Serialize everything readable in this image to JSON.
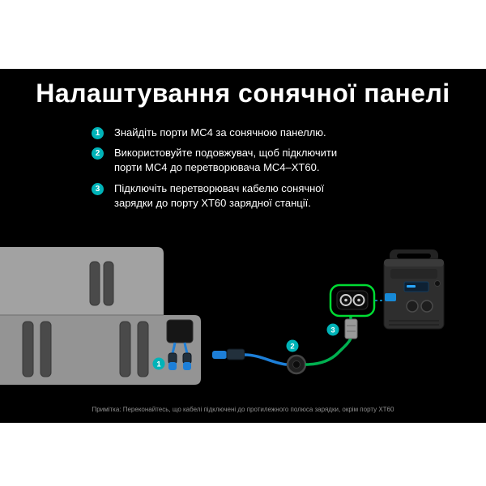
{
  "title": "Налаштування сонячної панелі",
  "steps": [
    {
      "number": "1",
      "text": "Знайдіть порти MC4 за сонячною панеллю."
    },
    {
      "number": "2",
      "text": "Використовуйте подовжувач, щоб підключити порти MC4 до перетворювача MC4–XT60."
    },
    {
      "number": "3",
      "text": "Підключіть перетворювач кабелю сонячної зарядки до порту XT60 зарядної станції."
    }
  ],
  "diagram": {
    "badge1": "1",
    "badge2": "2",
    "badge3": "3"
  },
  "note": "Примітка: Переконайтесь, що кабелі підключені до протилежного полюса зарядки, окрім порту XT60",
  "colors": {
    "accent_teal": "#00b3b8",
    "highlight_green": "#00dd33",
    "cable_blue": "#1d7fd8",
    "cable_green": "#00b050",
    "dashed_line": "#19a6db",
    "panel_gray": "#9e9e9e",
    "background": "#000000"
  }
}
